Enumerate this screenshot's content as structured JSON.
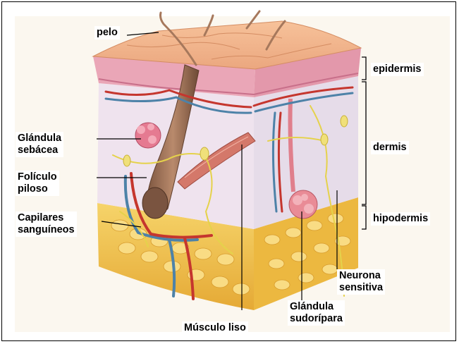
{
  "labels": {
    "pelo": "pelo",
    "epidermis": "epidermis",
    "dermis": "dermis",
    "hipodermis": "hipodermis",
    "glandula_sebacea_1": "Glándula",
    "glandula_sebacea_2": "sebácea",
    "foliculo_1": "Folículo",
    "foliculo_2": "piloso",
    "capilares_1": "Capilares",
    "capilares_2": "sanguíneos",
    "neurona_1": "Neurona",
    "neurona_2": "sensitiva",
    "sudoripara_1": "Glándula",
    "sudoripara_2": "sudorípara",
    "musculo": "Músculo liso"
  },
  "colors": {
    "epidermis": "#e9a3b4",
    "dermis": "#eee4ee",
    "hypodermis_fat": "#f1c24a",
    "hair": "#a6785c",
    "artery": "#c5362e",
    "vein": "#4d82a8",
    "nerve": "#e5d24b"
  }
}
